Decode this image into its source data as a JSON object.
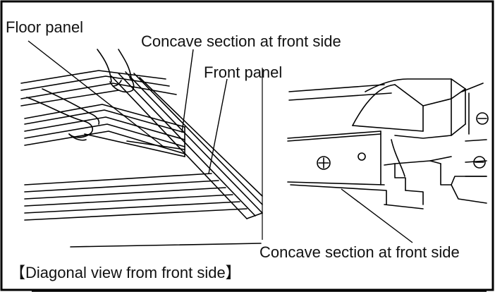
{
  "labels": {
    "floor_panel": "Floor panel",
    "concave_top": "Concave section at front side",
    "front_panel": "Front panel",
    "concave_bottom": "Concave section at front side",
    "caption": "【Diagonal view from front side】"
  }
}
